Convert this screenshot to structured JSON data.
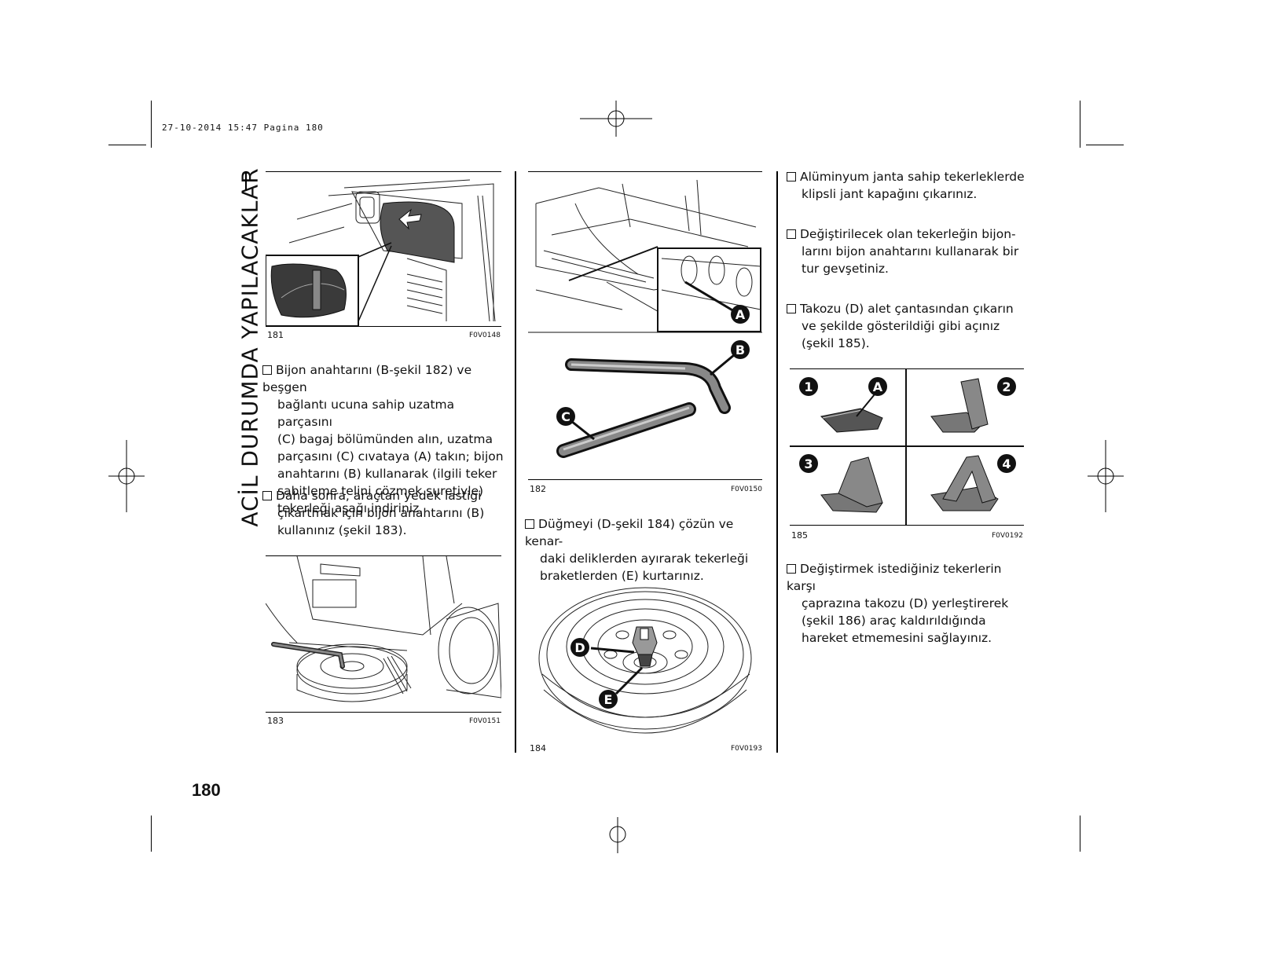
{
  "header": {
    "print_stamp": "27-10-2014 15:47 Pagina 180"
  },
  "section_title": "ACİL DURUMDA YAPILACAKLAR",
  "page_number": "180",
  "figures": [
    {
      "number": "181",
      "code": "F0V0148"
    },
    {
      "number": "182",
      "code": "F0V0150",
      "labels": [
        "A",
        "B",
        "C"
      ]
    },
    {
      "number": "183",
      "code": "F0V0151"
    },
    {
      "number": "184",
      "code": "F0V0193",
      "labels": [
        "D",
        "E"
      ]
    },
    {
      "number": "185",
      "code": "F0V0192",
      "labels": [
        "1",
        "A",
        "2",
        "3",
        "4"
      ]
    }
  ],
  "paragraphs": {
    "p1": [
      "Bijon anahtarını (B-şekil 182) ve beşgen",
      "bağlantı ucuna sahip uzatma parçasını",
      "(C) bagaj bölümünden alın, uzatma",
      "parçasını (C) cıvataya (A) takın; bijon",
      "anahtarını (B) kullanarak (ilgili teker",
      "sabitleme telini çözmek suretiyle)",
      "tekerleği aşağı indiriniz."
    ],
    "p2": [
      "Daha sonra, araçtan yedek lastiği",
      "çıkartmak için bijon anahtarını (B)",
      "kullanınız (şekil 183)."
    ],
    "p3": [
      "Düğmeyi (D-şekil 184) çözün ve kenar-",
      "daki deliklerden ayırarak tekerleği",
      "braketlerden (E) kurtarınız."
    ],
    "p4": [
      "Alüminyum janta sahip tekerleklerde",
      "klipsli jant kapağını çıkarınız."
    ],
    "p5": [
      "Değiştirilecek olan tekerleğin bijon-",
      "larını bijon anahtarını kullanarak bir",
      "tur gevşetiniz."
    ],
    "p6": [
      "Takozu (D) alet çantasından çıkarın",
      "ve şekilde gösterildiği gibi açınız",
      "(şekil 185)."
    ],
    "p7": [
      "Değiştirmek istediğiniz tekerlerin karşı",
      "çaprazına takozu (D) yerleştirerek",
      "(şekil 186) araç kaldırıldığında",
      "hareket etmemesini sağlayınız."
    ]
  }
}
